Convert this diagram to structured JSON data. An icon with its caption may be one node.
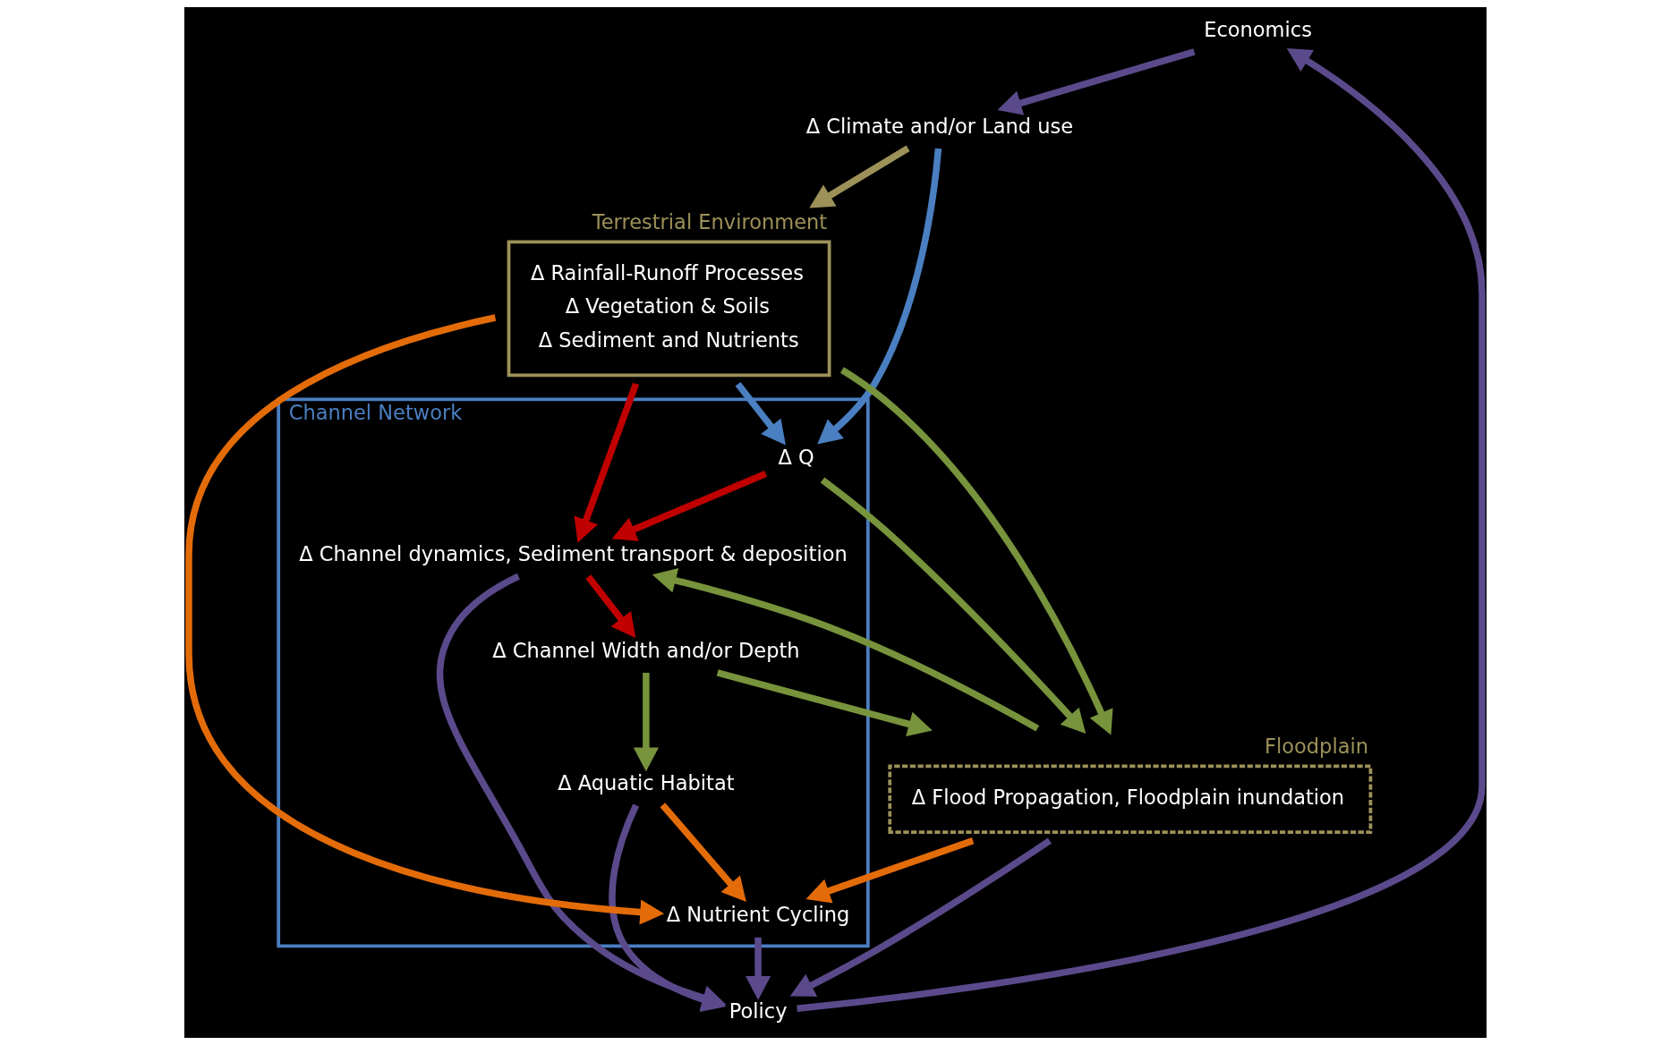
{
  "diagram": {
    "nodes": [
      {
        "text": [
          "Economics"
        ]
      },
      {
        "text": [
          "Δ Climate and/or Land use"
        ]
      },
      {
        "text": [
          "Channel Network"
        ]
      },
      {
        "text": [
          "Δ Q"
        ],
        "in": 2
      },
      {
        "text": [
          "Δ Channel dynamics, Sediment transport & deposition"
        ],
        "in": 2
      },
      {
        "text": [
          "Δ Channel Width and/or Depth"
        ],
        "in": 2
      },
      {
        "text": [
          "Δ Aquatic Habitat"
        ],
        "in": 2
      },
      {
        "text": [
          "Δ Nutrient Cycling"
        ],
        "in": 2
      },
      {
        "text": [
          "Terrestrial Environment",
          "Δ Rainfall-Runoff Processes",
          "Δ Vegetation & Soils",
          "Δ Sediment and Nutrients"
        ]
      },
      {
        "text": [
          "Policy"
        ]
      },
      {
        "text": [
          "Floodplain",
          "Δ Flood Propagation, Floodplain inundation"
        ]
      }
    ],
    "edges": [
      {
        "from": 0,
        "to": 1,
        "arrow": "to",
        "color": "#5b4a8b"
      },
      {
        "from": 1,
        "to": 3,
        "arrow": "to",
        "color": "#4a7fc1"
      },
      {
        "from": 1,
        "to": 8,
        "arrow": "to",
        "color": "#9c9159"
      },
      {
        "from": 8,
        "to": 3,
        "arrow": "to",
        "color": "#4a7fc1"
      },
      {
        "from": 8,
        "to": 4,
        "arrow": "to",
        "color": "#c00000"
      },
      {
        "from": 3,
        "to": 4,
        "arrow": "to",
        "color": "#c00000"
      },
      {
        "from": 4,
        "to": 5,
        "arrow": "to",
        "color": "#c00000"
      },
      {
        "from": 3,
        "to": 10,
        "arrow": "to",
        "color": "#77933c"
      },
      {
        "from": 10,
        "to": 4,
        "arrow": "to",
        "color": "#77933c"
      },
      {
        "from": 5,
        "to": 10,
        "arrow": "to",
        "color": "#77933c"
      },
      {
        "from": 5,
        "to": 6,
        "arrow": "to",
        "color": "#77933c"
      },
      {
        "from": 8,
        "to": 10,
        "arrow": "to",
        "color": "#77933c"
      },
      {
        "from": 8,
        "to": 7,
        "arrow": "to",
        "color": "#e36c09"
      },
      {
        "from": 10,
        "to": 7,
        "arrow": "to",
        "color": "#e36c09"
      },
      {
        "from": 6,
        "to": 7,
        "arrow": "to",
        "color": "#e36c09"
      },
      {
        "from": 4,
        "to": 9,
        "arrow": "to",
        "color": "#5b4a8b"
      },
      {
        "from": 10,
        "to": 9,
        "arrow": "to",
        "color": "#5b4a8b"
      },
      {
        "from": 6,
        "to": 9,
        "arrow": "to",
        "color": "#5b4a8b"
      },
      {
        "from": 7,
        "to": 9,
        "arrow": "to",
        "color": "#5b4a8b"
      },
      {
        "from": 9,
        "to": 0,
        "arrow": "to",
        "color": "#5b4a8b"
      }
    ]
  }
}
